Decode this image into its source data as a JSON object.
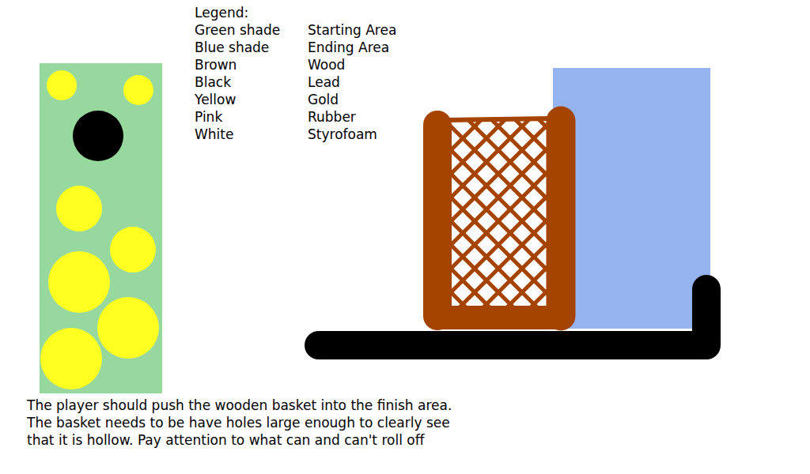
{
  "diagram": {
    "labels": [
      "Legend:",
      "Green shade",
      "Starting Area",
      "Blue shade",
      "Ending Area",
      "Brown",
      "Wood",
      "Black",
      "Lead",
      "Yellow",
      "Gold",
      "Pink",
      "Rubber",
      "White",
      "Styrofoam",
      "The player should push the wooden basket into the finish area. The basket needs to be have holes large enough to clearly see that it is hollow. Pay attention to what can and can't roll off"
    ]
  }
}
